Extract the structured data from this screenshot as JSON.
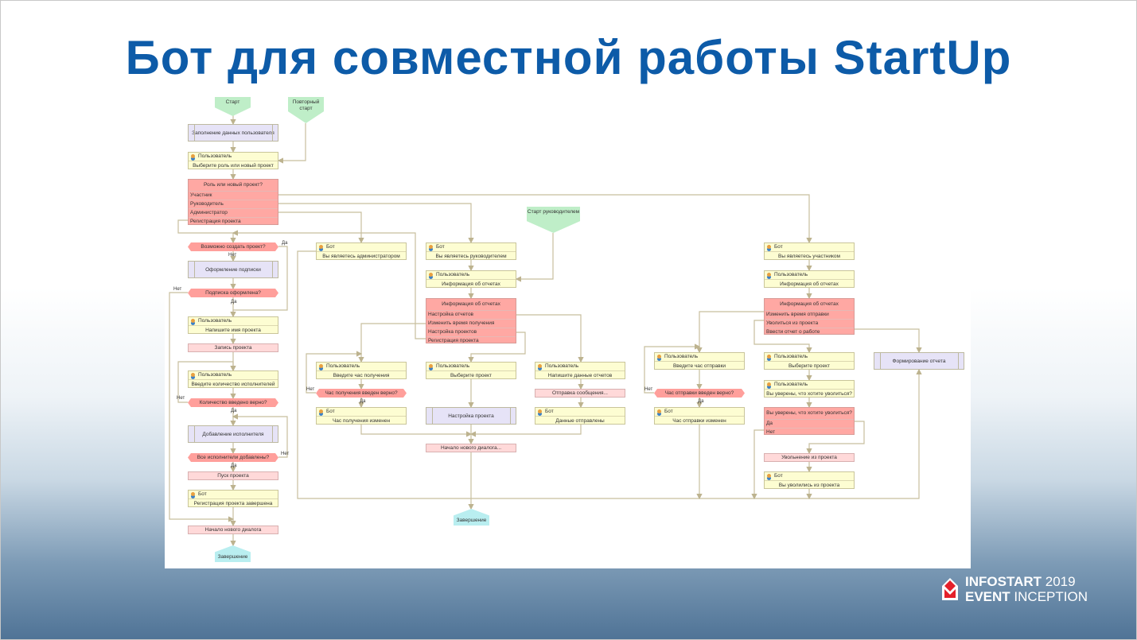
{
  "slide": {
    "title": "Бот для совместной работы StartUp"
  },
  "brand": {
    "line1_bold": "INFOSTART",
    "line1_rest": " 2019",
    "line2_bold": "EVENT",
    "line2_rest": " INCEPTION",
    "accent": "#e4202a",
    "title_color": "#0d5ba8"
  },
  "diagram": {
    "nodes": [
      {
        "type": "start",
        "text": "Старт"
      },
      {
        "type": "start",
        "text": "Повторный старт"
      },
      {
        "type": "sub",
        "text": "Заполнение данных пользователя"
      },
      {
        "type": "user",
        "actor": "Пользователь",
        "text": "Выберите роль или новый проект"
      },
      {
        "type": "choice",
        "text": "Роль или новый проект?",
        "options": [
          "Участник",
          "Руководитель",
          "Администратор",
          "Регистрация проекта"
        ]
      },
      {
        "type": "cond",
        "text": "Возможно создать проект?"
      },
      {
        "type": "sub",
        "text": "Оформление подписки"
      },
      {
        "type": "cond",
        "text": "Подписка оформлена?"
      },
      {
        "type": "user",
        "actor": "Пользователь",
        "text": "Напишите имя проекта"
      },
      {
        "type": "op",
        "text": "Запись проекта"
      },
      {
        "type": "user",
        "actor": "Пользователь",
        "text": "Введите количество исполнителей"
      },
      {
        "type": "cond",
        "text": "Количество введено верно?"
      },
      {
        "type": "sub",
        "text": "Добавление исполнителя"
      },
      {
        "type": "cond",
        "text": "Все исполнители добавлены?"
      },
      {
        "type": "op",
        "text": "Пуск проекта"
      },
      {
        "type": "bot",
        "actor": "Бот",
        "text": "Регистрация проекта завершена"
      },
      {
        "type": "op",
        "text": "Начало нового диалога"
      },
      {
        "type": "end",
        "text": "Завершение"
      },
      {
        "type": "bot",
        "actor": "Бот",
        "text": "Вы являетесь администратором"
      },
      {
        "type": "user",
        "actor": "Пользователь",
        "text": "Введите час получения"
      },
      {
        "type": "cond",
        "text": "Час получения введен верно?"
      },
      {
        "type": "bot",
        "actor": "Бот",
        "text": "Час получения изменен"
      },
      {
        "type": "bot",
        "actor": "Бот",
        "text": "Вы являетесь руководителем"
      },
      {
        "type": "user",
        "actor": "Пользователь",
        "text": "Информация об отчетах"
      },
      {
        "type": "start",
        "text": "Старт руководителем"
      },
      {
        "type": "choice",
        "text": "Информация об отчетах",
        "options": [
          "Настройка отчетов",
          "Изменить время получения",
          "Настройка проектов",
          "Регистрация проекта"
        ]
      },
      {
        "type": "user",
        "actor": "Пользователь",
        "text": "Выберите проект"
      },
      {
        "type": "sub",
        "text": "Настройка проекта"
      },
      {
        "type": "op",
        "text": "Начало нового диалога..."
      },
      {
        "type": "end",
        "text": "Завершение"
      },
      {
        "type": "user",
        "actor": "Пользователь",
        "text": "Напишите данные отчетов"
      },
      {
        "type": "op",
        "text": "Отправка сообщения..."
      },
      {
        "type": "bot",
        "actor": "Бот",
        "text": "Данные отправлены"
      },
      {
        "type": "user",
        "actor": "Пользователь",
        "text": "Введите час отправки"
      },
      {
        "type": "cond",
        "text": "Час отправки введен верно?"
      },
      {
        "type": "bot",
        "actor": "Бот",
        "text": "Час отправки изменен"
      },
      {
        "type": "bot",
        "actor": "Бот",
        "text": "Вы являетесь участником"
      },
      {
        "type": "user",
        "actor": "Пользователь",
        "text": "Информация об отчетах"
      },
      {
        "type": "choice",
        "text": "Информация об отчетах",
        "options": [
          "Изменить время отправки",
          "Уволиться из проекта",
          "Ввести отчет о работе"
        ]
      },
      {
        "type": "user",
        "actor": "Пользователь",
        "text": "Выберите проект"
      },
      {
        "type": "user",
        "actor": "Пользователь",
        "text": "Вы уверены, что хотите уволиться?"
      },
      {
        "type": "choice",
        "text": "Вы уверены, что хотите уволиться?",
        "options": [
          "Да",
          "Нет"
        ]
      },
      {
        "type": "op",
        "text": "Увольнение из проекта"
      },
      {
        "type": "bot",
        "actor": "Бот",
        "text": "Вы уволились из проекта"
      },
      {
        "type": "sub",
        "text": "Формирование отчета"
      }
    ],
    "edge_labels": [
      "Да",
      "Нет",
      "Нет",
      "Да",
      "Нет",
      "Да",
      "Нет",
      "Да",
      "Нет",
      "Да",
      "Нет",
      "Да"
    ],
    "line_color": "#c8bf9e"
  }
}
